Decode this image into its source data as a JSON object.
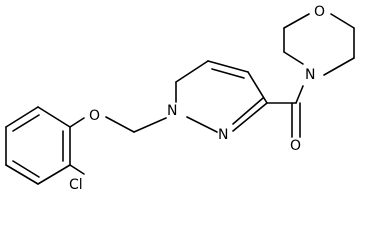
{
  "molecule": {
    "atoms": {
      "o_ether": "O",
      "n1_pyrazole": "N",
      "n2_pyrazole": "N",
      "o_carbonyl": "O",
      "n_morpholine": "N",
      "o_morpholine": "O",
      "cl": "Cl"
    }
  }
}
